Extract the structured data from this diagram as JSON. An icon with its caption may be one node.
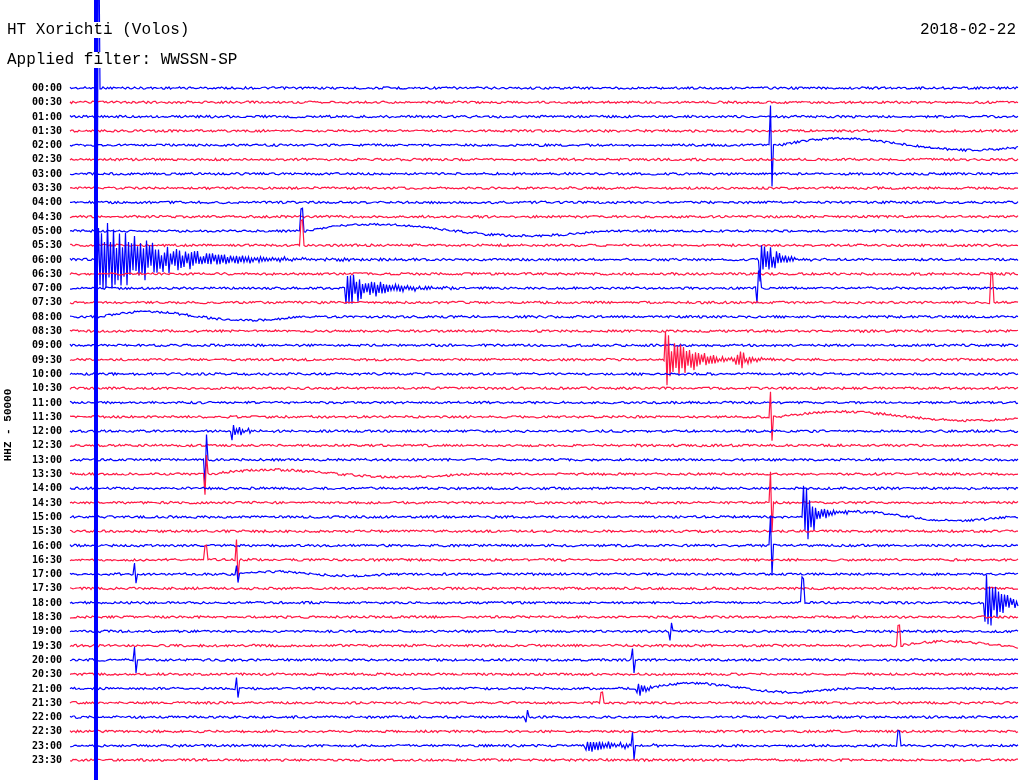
{
  "diagram": {
    "title": "HT Xorichti (Volos)",
    "labels": [
      "2018-02-22",
      "Applied filter: WWSSN-SP",
      "00:00",
      "00:30",
      "01:00",
      "01:30",
      "02:00",
      "02:30",
      "03:00",
      "03:30",
      "04:00",
      "04:30",
      "05:00",
      "05:30",
      "06:00",
      "06:30",
      "07:00",
      "07:30",
      "08:00",
      "08:30",
      "09:00",
      "09:30",
      "10:00",
      "10:30",
      "11:00",
      "11:30",
      "12:00",
      "12:30",
      "13:00",
      "13:30",
      "14:00",
      "14:30",
      "15:00",
      "15:30",
      "16:00",
      "16:30",
      "17:00",
      "17:30",
      "18:00",
      "18:30",
      "19:00",
      "19:30",
      "20:00",
      "20:30",
      "21:00",
      "21:30",
      "22:00",
      "22:30",
      "23:00",
      "23:30",
      "HHZ - 50000"
    ]
  }
}
